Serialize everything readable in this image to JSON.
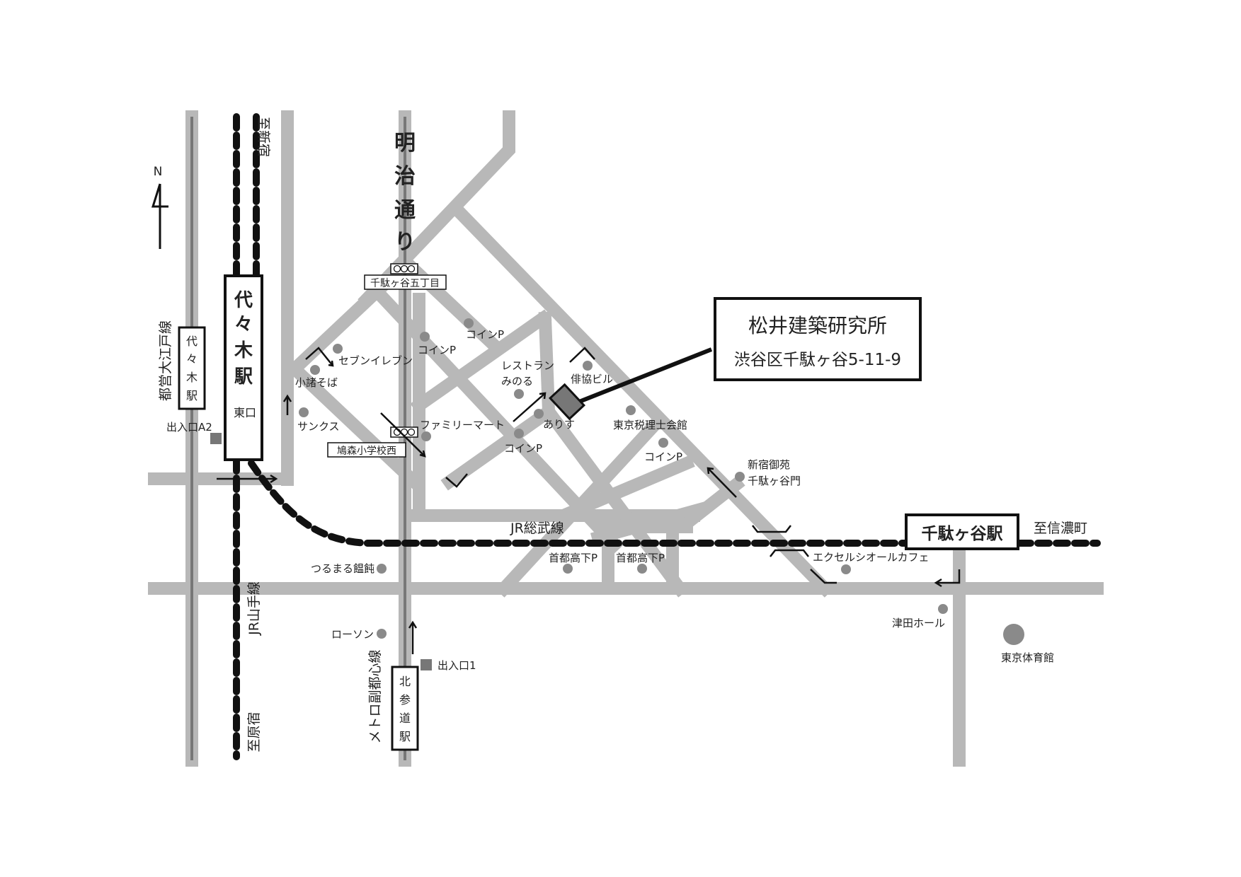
{
  "office": {
    "name": "松井建築研究所",
    "address": "渋谷区千駄ヶ谷5-11-9"
  },
  "compass": {
    "north": "N"
  },
  "streets": {
    "meiji": "明治通り"
  },
  "railways": {
    "jr_sobu": "JR総武線",
    "jr_yamanote": "JR山手線",
    "oedo": "都営大江戸線",
    "fukutoshin": "メトロ副都心線",
    "to_shinjuku": "至新宿",
    "to_harajuku": "至原宿",
    "to_shinanomachi": "至信濃町"
  },
  "stations": {
    "yoyogi_jr": "代々木駅",
    "yoyogi_jr_east": "東口",
    "yoyogi_oedo": "代々木駅",
    "kitasando": "北参道駅",
    "sendagaya": "千駄ヶ谷駅"
  },
  "exits": {
    "a2": "出入口A2",
    "exit1": "出入口1"
  },
  "intersections": {
    "sendagaya5": "千駄ヶ谷五丁目",
    "hatomori": "鳩森小学校西"
  },
  "places": {
    "seven": "セブンイレブン",
    "komoro": "小諸そば",
    "sunkus": "サンクス",
    "coin1": "コインP",
    "coin2": "コインP",
    "coin3": "コインP",
    "coin4": "コインP",
    "family": "ファミリーマート",
    "restaurant1": "レストラン",
    "restaurant2": "みのる",
    "arisu": "ありす",
    "haikyo": "俳協ビル",
    "zeirishi": "東京税理士会館",
    "gyoen1": "新宿御苑",
    "gyoen2": "千駄ヶ谷門",
    "shuto1": "首都高下P",
    "shuto2": "首都高下P",
    "excelsior": "エクセルシオールカフェ",
    "tsurumaru": "つるまる饂飩",
    "lawson": "ローソン",
    "tsuda": "津田ホール",
    "taiikukan": "東京体育館"
  },
  "colors": {
    "road": "#b8b8b8",
    "rail_line": "#777777",
    "ink": "#111111",
    "marker": "#8a8a8a"
  }
}
